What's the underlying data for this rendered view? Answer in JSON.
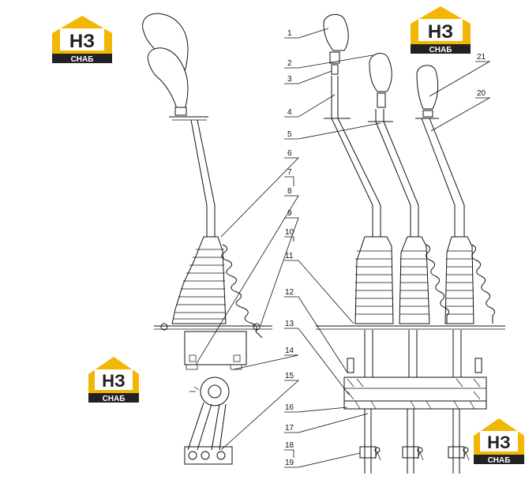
{
  "logo": {
    "mark": "НЗ",
    "caption": "СНАБ",
    "accent": "#f2b705",
    "dark": "#222222"
  },
  "callouts": [
    "1",
    "2",
    "3",
    "4",
    "5",
    "6",
    "7",
    "8",
    "9",
    "10",
    "11",
    "12",
    "13",
    "14",
    "15",
    "16",
    "17",
    "18",
    "19",
    "20",
    "21"
  ]
}
